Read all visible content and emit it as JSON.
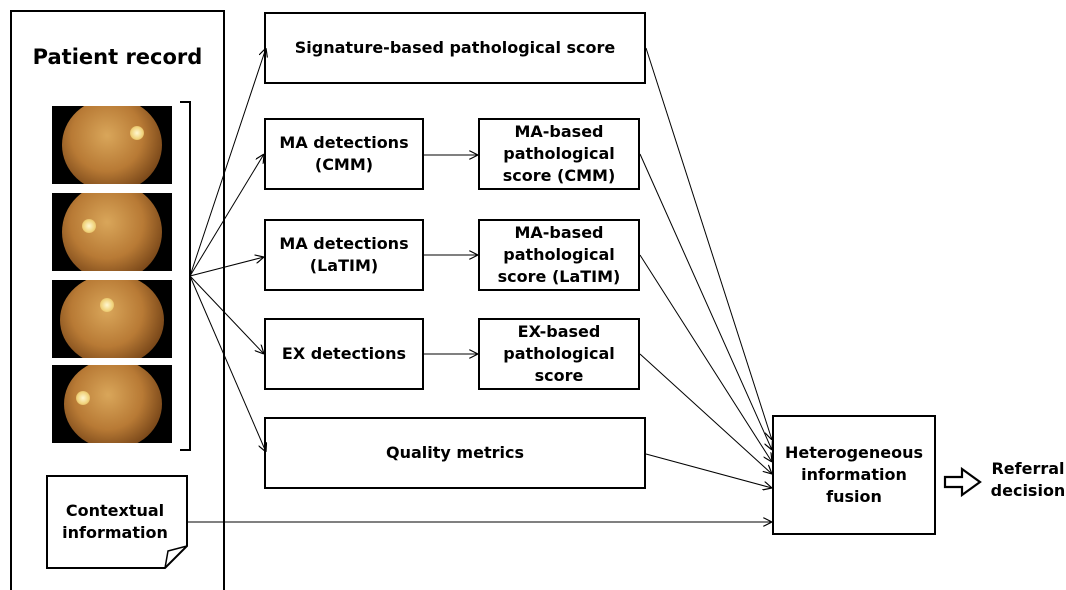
{
  "patient_record": {
    "title": "Patient record"
  },
  "contextual_information": "Contextual\ninformation",
  "boxes": {
    "signature": "Signature-based pathological score",
    "ma_cmm": "MA detections\n(CMM)",
    "ma_latim": "MA detections\n(LaTIM)",
    "ex": "EX detections",
    "quality": "Quality metrics",
    "ma_cmm_score": "MA-based\npathological\nscore (CMM)",
    "ma_latim_score": "MA-based\npathological\nscore (LaTIM)",
    "ex_score": "EX-based\npathological\nscore",
    "fusion": "Heterogeneous\ninformation\nfusion"
  },
  "referral_decision": "Referral\ndecision"
}
